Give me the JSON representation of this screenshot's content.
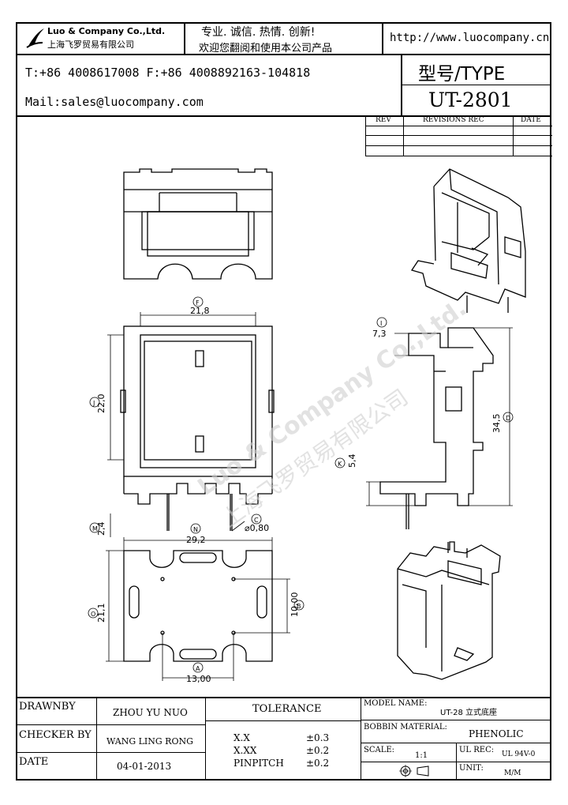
{
  "header": {
    "company_en": "Luo & Company Co.,Ltd.",
    "company_cn": "上海飞罗贸易有限公司",
    "slogan": "专业. 诚信. 热情. 创新!",
    "welcome": "欢迎您翻阅和使用本公司产品",
    "website": "http://www.luocompany.cn",
    "phone_fax": "T:+86 4008617008 F:+86 4008892163-104818",
    "mail": "Mail:sales@luocompany.com",
    "type_label": "型号/TYPE",
    "type_value": "UT-2801"
  },
  "revisions": {
    "col_rev": "REV",
    "col_rec": "REVISIONS REC",
    "col_date": "DATE"
  },
  "dimensions": {
    "F_label": "F",
    "F_value": "21,8",
    "J_label": "J",
    "J_value": "22,0",
    "I_label": "I",
    "I_value": "7,3",
    "D_label": "D",
    "D_value": "34,5",
    "K_label": "K",
    "K_value": "5,4",
    "M_label": "M",
    "M_value": "2,4",
    "C_label": "C",
    "C_value": "⌀0,80",
    "N_label": "N",
    "N_value": "29,2",
    "O_label": "O",
    "O_value": "21,1",
    "B_label": "B",
    "B_value": "10,00",
    "A_label": "A",
    "A_value": "13,00"
  },
  "watermark": {
    "en": "Luo & Company Co.,Ltd.",
    "cn": "上海飞罗贸易有限公司"
  },
  "title_block": {
    "drawnby_label": "DRAWNBY",
    "drawnby_value": "ZHOU YU NUO",
    "checker_label": "CHECKER BY",
    "checker_value": "WANG LING RONG",
    "date_label": "DATE",
    "date_value": "04-01-2013",
    "tolerance_label": "TOLERANCE",
    "tol1_key": "X.X",
    "tol1_val": "±0.3",
    "tol2_key": "X.XX",
    "tol2_val": "±0.2",
    "tol3_key": "PINPITCH",
    "tol3_val": "±0.2",
    "model_label": "MODEL NAME:",
    "model_value": "UT-28 立式底座",
    "bobbin_label": "BOBBIN MATERIAL:",
    "bobbin_value": "PHENOLIC",
    "scale_label": "SCALE:",
    "scale_value": "1:1",
    "ulrec_label": "UL REC:",
    "ulrec_value": "UL 94V-0",
    "unit_label": "UNIT:",
    "unit_value": "M/M"
  }
}
